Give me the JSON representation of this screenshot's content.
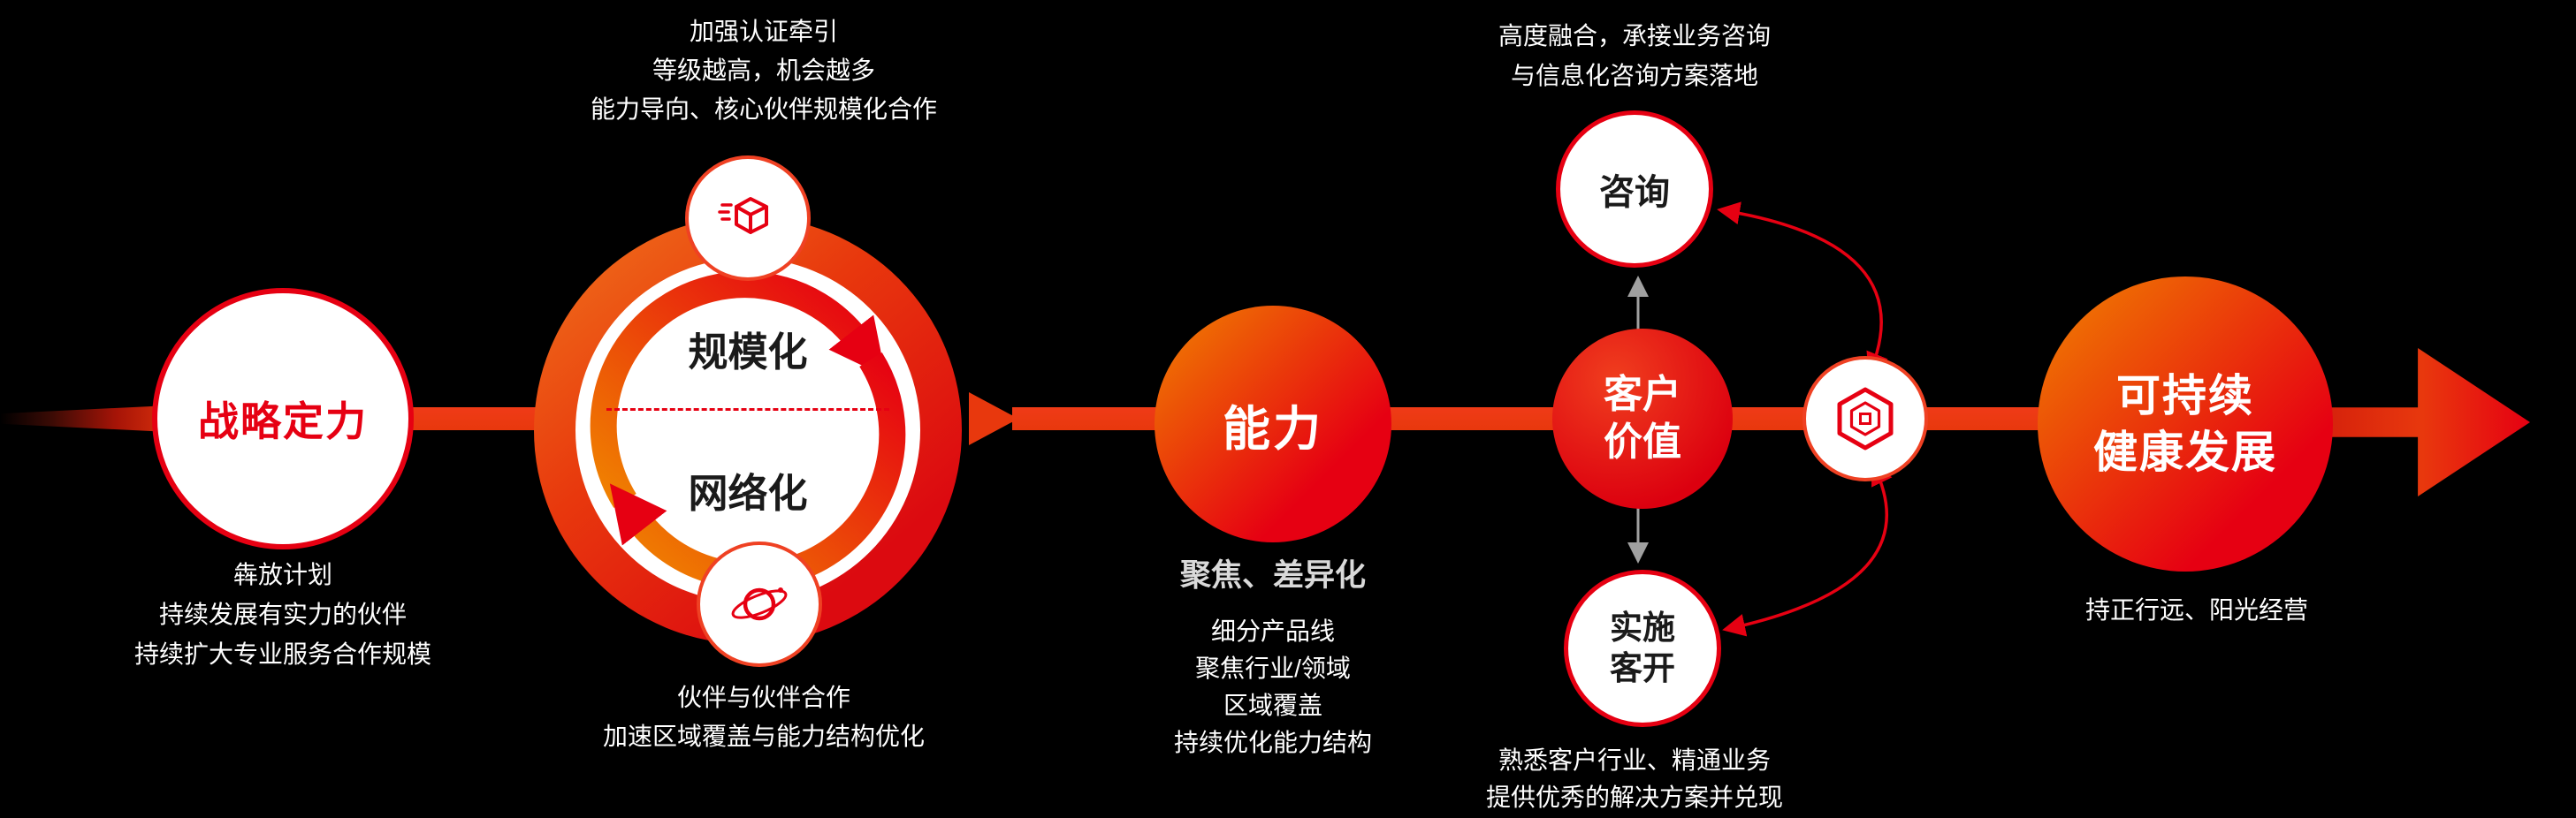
{
  "colors": {
    "bg": "#000000",
    "red": "#e60012",
    "red_dark": "#b7150b",
    "flame": "#e8380d",
    "orange": "#f08300",
    "white": "#ffffff",
    "ink": "#1a1a1a",
    "gray_line": "#a0a0a0",
    "muted": "#d9d9d9"
  },
  "nodes": {
    "strategy": {
      "label": "战略定力",
      "caption": [
        "犇放计划",
        "持续发展有实力的伙伴",
        "持续扩大专业服务合作规模"
      ]
    },
    "scale_network": {
      "top_caption": [
        "加强认证牵引",
        "等级越高，机会越多",
        "能力导向、核心伙伴规模化合作"
      ],
      "inner_top": "规模化",
      "inner_bottom": "网络化",
      "bottom_caption": [
        "伙伴与伙伴合作",
        "加速区域覆盖与能力结构优化"
      ],
      "top_icon": "box-3d-icon",
      "bottom_icon": "planet-icon"
    },
    "capability": {
      "label": "能力",
      "subtitle": "聚焦、差异化",
      "caption": [
        "细分产品线",
        "聚焦行业/领域",
        "区域覆盖",
        "持续优化能力结构"
      ]
    },
    "customer_value": {
      "label_line1": "客户",
      "label_line2": "价值",
      "top_circle": "咨询",
      "bottom_circle_line1": "实施",
      "bottom_circle_line2": "客开",
      "top_caption": [
        "高度融合，承接业务咨询",
        "与信息化咨询方案落地"
      ],
      "bottom_caption": [
        "熟悉客户行业、精通业务",
        "提供优秀的解决方案并兑现"
      ]
    },
    "synergy": {
      "icon": "hexagon-network-icon"
    },
    "sustainable": {
      "label_line1": "可持续",
      "label_line2": "健康发展",
      "caption": [
        "持正行远、阳光经营"
      ]
    }
  }
}
